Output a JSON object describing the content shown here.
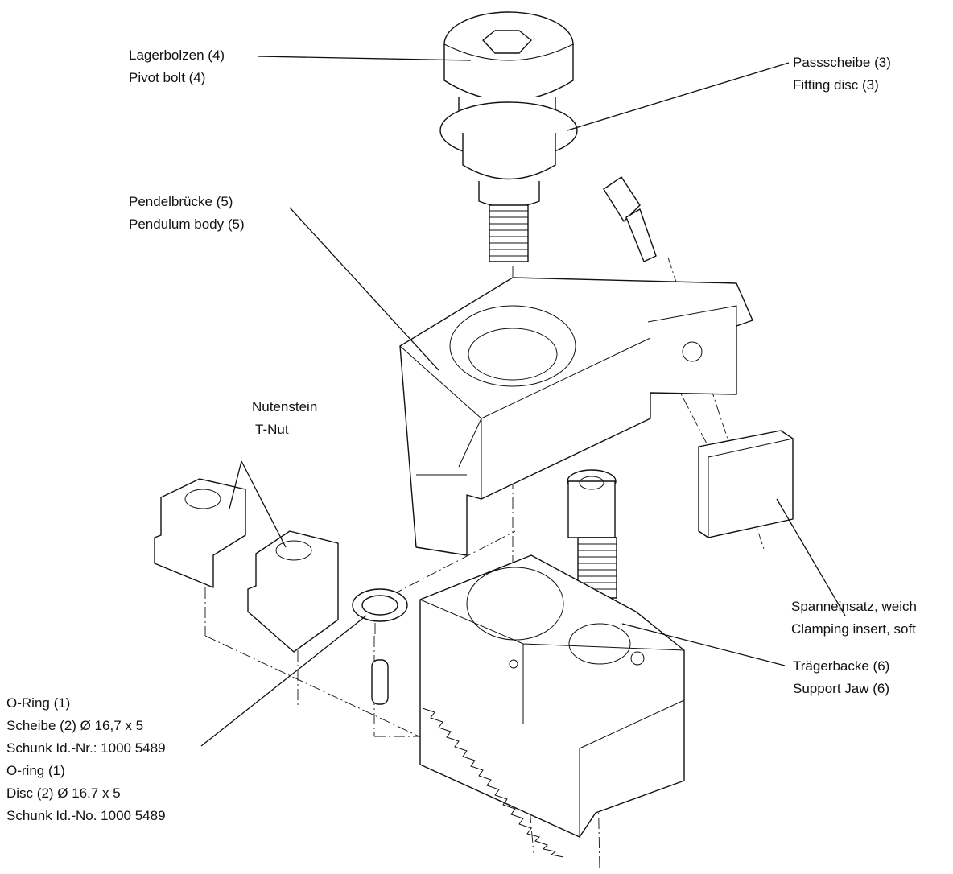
{
  "labels": {
    "pivot_bolt": {
      "de": "Lagerbolzen (4)",
      "en": "Pivot bolt (4)"
    },
    "fitting_disc": {
      "de": "Passscheibe (3)",
      "en": "Fitting disc (3)"
    },
    "pendulum_body": {
      "de": "Pendelbrücke (5)",
      "en": "Pendulum body (5)"
    },
    "t_nut": {
      "de": "Nutenstein",
      "en": "T-Nut"
    },
    "clamping_insert": {
      "de": "Spanneinsatz, weich",
      "en": "Clamping insert, soft"
    },
    "support_jaw": {
      "de": "Trägerbacke (6)",
      "en": "Support Jaw (6)"
    },
    "o_ring": {
      "de_line1": "O-Ring (1)",
      "de_line2": "Scheibe (2) Ø 16,7 x 5",
      "de_line3": "Schunk Id.-Nr.: 1000 5489",
      "en_line1": "O-ring (1)",
      "en_line2": "Disc (2) Ø 16.7 x 5",
      "en_line3": "Schunk Id.-No. 1000 5489"
    }
  },
  "colors": {
    "ink": "#111111",
    "paper": "#ffffff"
  }
}
